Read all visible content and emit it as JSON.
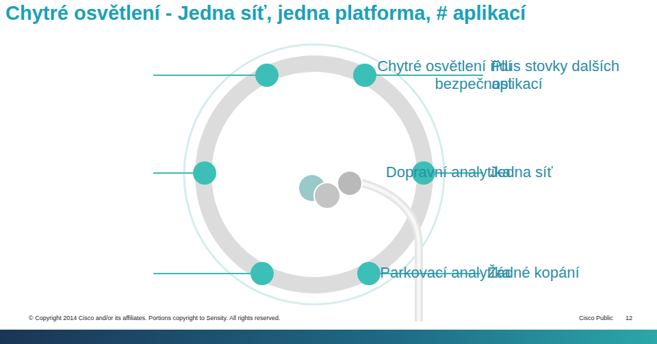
{
  "diagram": {
    "title": "Chytré osvětlení - Jedna síť, jedna platforma, # aplikací",
    "labels": [
      "Chytré osvětlení řídí bezpečnost",
      "Plus stovky dalších aplikací",
      "Dopravní analytika",
      "Jedna síť",
      "Parkovací analytika",
      "Žádné kopání",
      "© Copyright 2014 Cisco and/or its affiliates. Portions copyright to Sensity. All rights reserved.",
      "Cisco Public",
      "12"
    ]
  }
}
